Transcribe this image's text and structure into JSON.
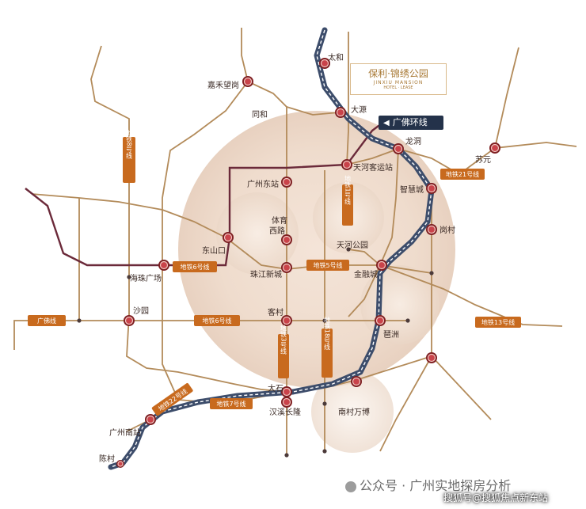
{
  "project": {
    "name": "保利·锦绣公园",
    "sub_en": "JINXIU MANSION",
    "sub_small": "HOTEL · LEASE"
  },
  "loop_line": {
    "label": "广佛环线"
  },
  "stations": [
    {
      "key": "taihe",
      "name": "太和"
    },
    {
      "key": "dayuan",
      "name": "大源"
    },
    {
      "key": "jiahewanggang",
      "name": "嘉禾望岗"
    },
    {
      "key": "tonghe",
      "name": "同和"
    },
    {
      "key": "longdong",
      "name": "龙洞"
    },
    {
      "key": "suyuan",
      "name": "苏元"
    },
    {
      "key": "tianhekeyunzhan",
      "name": "天河客运站"
    },
    {
      "key": "guangzhoudongzhan",
      "name": "广州东站"
    },
    {
      "key": "zhihuicheng",
      "name": "智慧城"
    },
    {
      "key": "tiyuxilu",
      "name": "体育\n西路"
    },
    {
      "key": "gangcun",
      "name": "岗村"
    },
    {
      "key": "dongshankou",
      "name": "东山口"
    },
    {
      "key": "tianhegongyuan",
      "name": "天河公园"
    },
    {
      "key": "haizhuguangchang",
      "name": "海珠广场"
    },
    {
      "key": "zhujiangxincheng",
      "name": "珠江新城"
    },
    {
      "key": "jinrongcheng",
      "name": "金融城"
    },
    {
      "key": "shayuan",
      "name": "沙园"
    },
    {
      "key": "kecun",
      "name": "客村"
    },
    {
      "key": "pazhou",
      "name": "琶洲"
    },
    {
      "key": "dashi",
      "name": "大石"
    },
    {
      "key": "hanxichangrong",
      "name": "汉溪长隆"
    },
    {
      "key": "nancunwanbo",
      "name": "南村万博"
    },
    {
      "key": "guangzhounanzhan",
      "name": "广州南站"
    },
    {
      "key": "chencun",
      "name": "陈村"
    }
  ],
  "line_tags": [
    {
      "key": "l8",
      "text": "地铁8号线"
    },
    {
      "key": "l21",
      "text": "地铁21号线"
    },
    {
      "key": "l1",
      "text": "地铁1号线"
    },
    {
      "key": "l6",
      "text": "地铁6号线"
    },
    {
      "key": "l5",
      "text": "地铁5号线"
    },
    {
      "key": "gf",
      "text": "广佛线"
    },
    {
      "key": "l6b",
      "text": "地铁6号线"
    },
    {
      "key": "l13",
      "text": "地铁13号线"
    },
    {
      "key": "l3",
      "text": "地铁3号线"
    },
    {
      "key": "l18",
      "text": "地铁18号线"
    },
    {
      "key": "l7",
      "text": "地铁7号线"
    },
    {
      "key": "l22",
      "text": "地铁22号线"
    }
  ],
  "watermarks": {
    "wechat": "公众号 · 广州实地探房分析",
    "sohu": "搜狐号@搜狐焦点新东站"
  },
  "colors": {
    "loop_line": "#3d4d6b",
    "metro_line": "#b38b5a",
    "line6": "#6b2a3a",
    "station": "#c9434a",
    "tag": "#c86a1e",
    "halo": "#f0e0d4"
  }
}
